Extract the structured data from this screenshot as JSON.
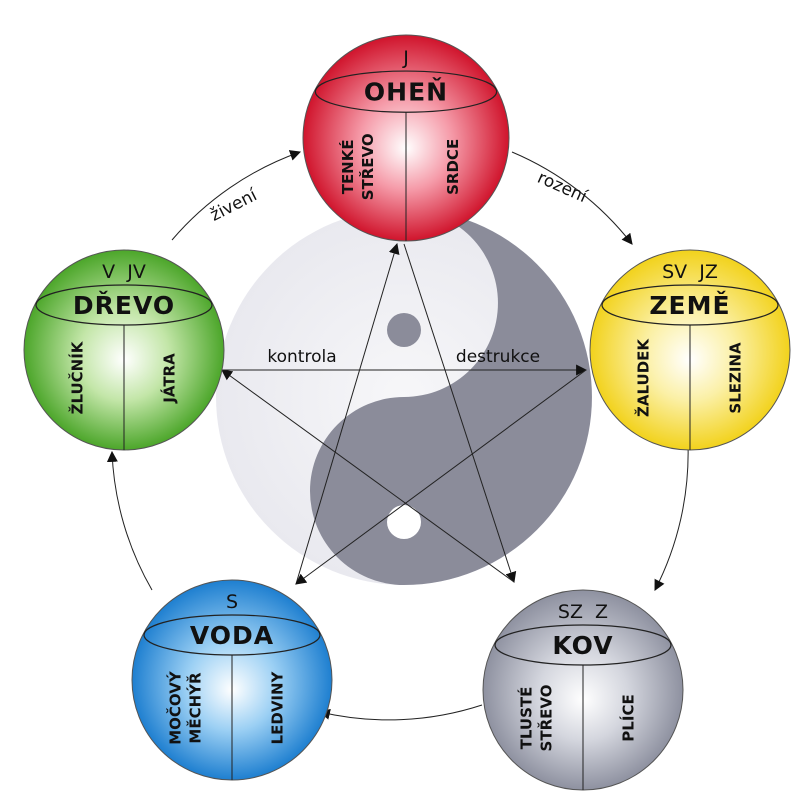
{
  "relations": {
    "nourishing": "živení",
    "birth": "rození",
    "control": "kontrola",
    "destruction": "destrukce"
  },
  "elements": [
    {
      "key": "fire",
      "direction": "J",
      "name": "OHEŇ",
      "color": "#d0142c",
      "organ_left": [
        "TENKÉ",
        "STŘEVO"
      ],
      "organ_right": [
        "SRDCE"
      ]
    },
    {
      "key": "earth",
      "direction": "SV  JZ",
      "name": "ZEMĚ",
      "color": "#f2d21c",
      "organ_left": [
        "ŽALUDEK"
      ],
      "organ_right": [
        "SLEZINA"
      ]
    },
    {
      "key": "metal",
      "direction": "SZ  Z",
      "name": "KOV",
      "color": "#8e91a0",
      "organ_left": [
        "TLUSTÉ",
        "STŘEVO"
      ],
      "organ_right": [
        "PLÍCE"
      ]
    },
    {
      "key": "water",
      "direction": "S",
      "name": "VODA",
      "color": "#1e7fd0",
      "organ_left": [
        "MOČOVÝ",
        "MĚCHÝŘ"
      ],
      "organ_right": [
        "LEDVINY"
      ]
    },
    {
      "key": "wood",
      "direction": "V  JV",
      "name": "DŘEVO",
      "color": "#4ca62a",
      "organ_left": [
        "ŽLUČNÍK"
      ],
      "organ_right": [
        "JÁTRA"
      ]
    }
  ]
}
